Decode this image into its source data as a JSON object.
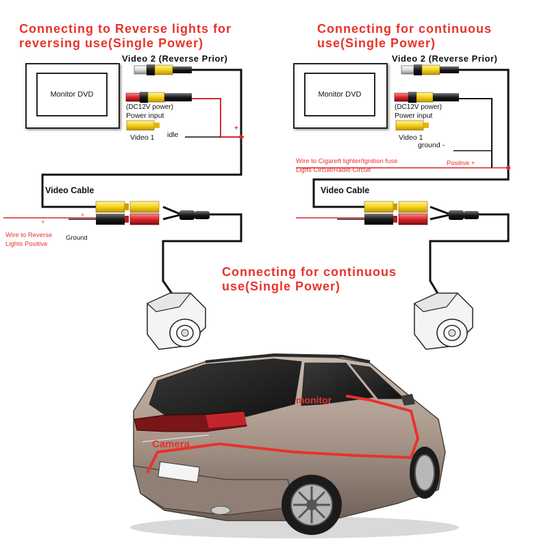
{
  "left": {
    "title_line1": "Connecting to Reverse lights for",
    "title_line2": "reversing use(Single Power)",
    "video2_label": "Video 2 (Reverse Prior)",
    "monitor_label": "Monitor DVD",
    "dc_label": "(DC12V power)",
    "power_input_label": "Power input",
    "video1_label": "Video 1",
    "idle_label": "idle",
    "plus_label": "+",
    "video_cable_label": "Video Cable",
    "wire_reverse_line1": "Wire to Reverse",
    "wire_reverse_line2": "Lights Positive",
    "ground_label": "Ground"
  },
  "right": {
    "title_line1": "Connecting for continuous",
    "title_line2": "use(Single Power)",
    "video2_label": "Video 2 (Reverse Prior)",
    "monitor_label": "Monitor DVD",
    "dc_label": "(DC12V power)",
    "power_input_label": "Power input",
    "video1_label": "Video 1",
    "ground_label": "ground -",
    "wire_cig_line1": "Wire to Cigarett lighter/Ignition fuse",
    "wire_cig_line2": "Ligfts Circuit/Radio Circuit",
    "positive_label": "Positive +",
    "video_cable_label": "Video Cable"
  },
  "center": {
    "title_line1": "Connecting  for continuous",
    "title_line2": "use(Single Power)"
  },
  "car": {
    "monitor_label": "monitor",
    "camera_label": "Camera"
  },
  "colors": {
    "accent_red": "#e8322a",
    "rca_yellow": "#f5d21a",
    "rca_red": "#d8262b",
    "rca_white": "#e8e8e8",
    "car_body": "#a8968a"
  }
}
